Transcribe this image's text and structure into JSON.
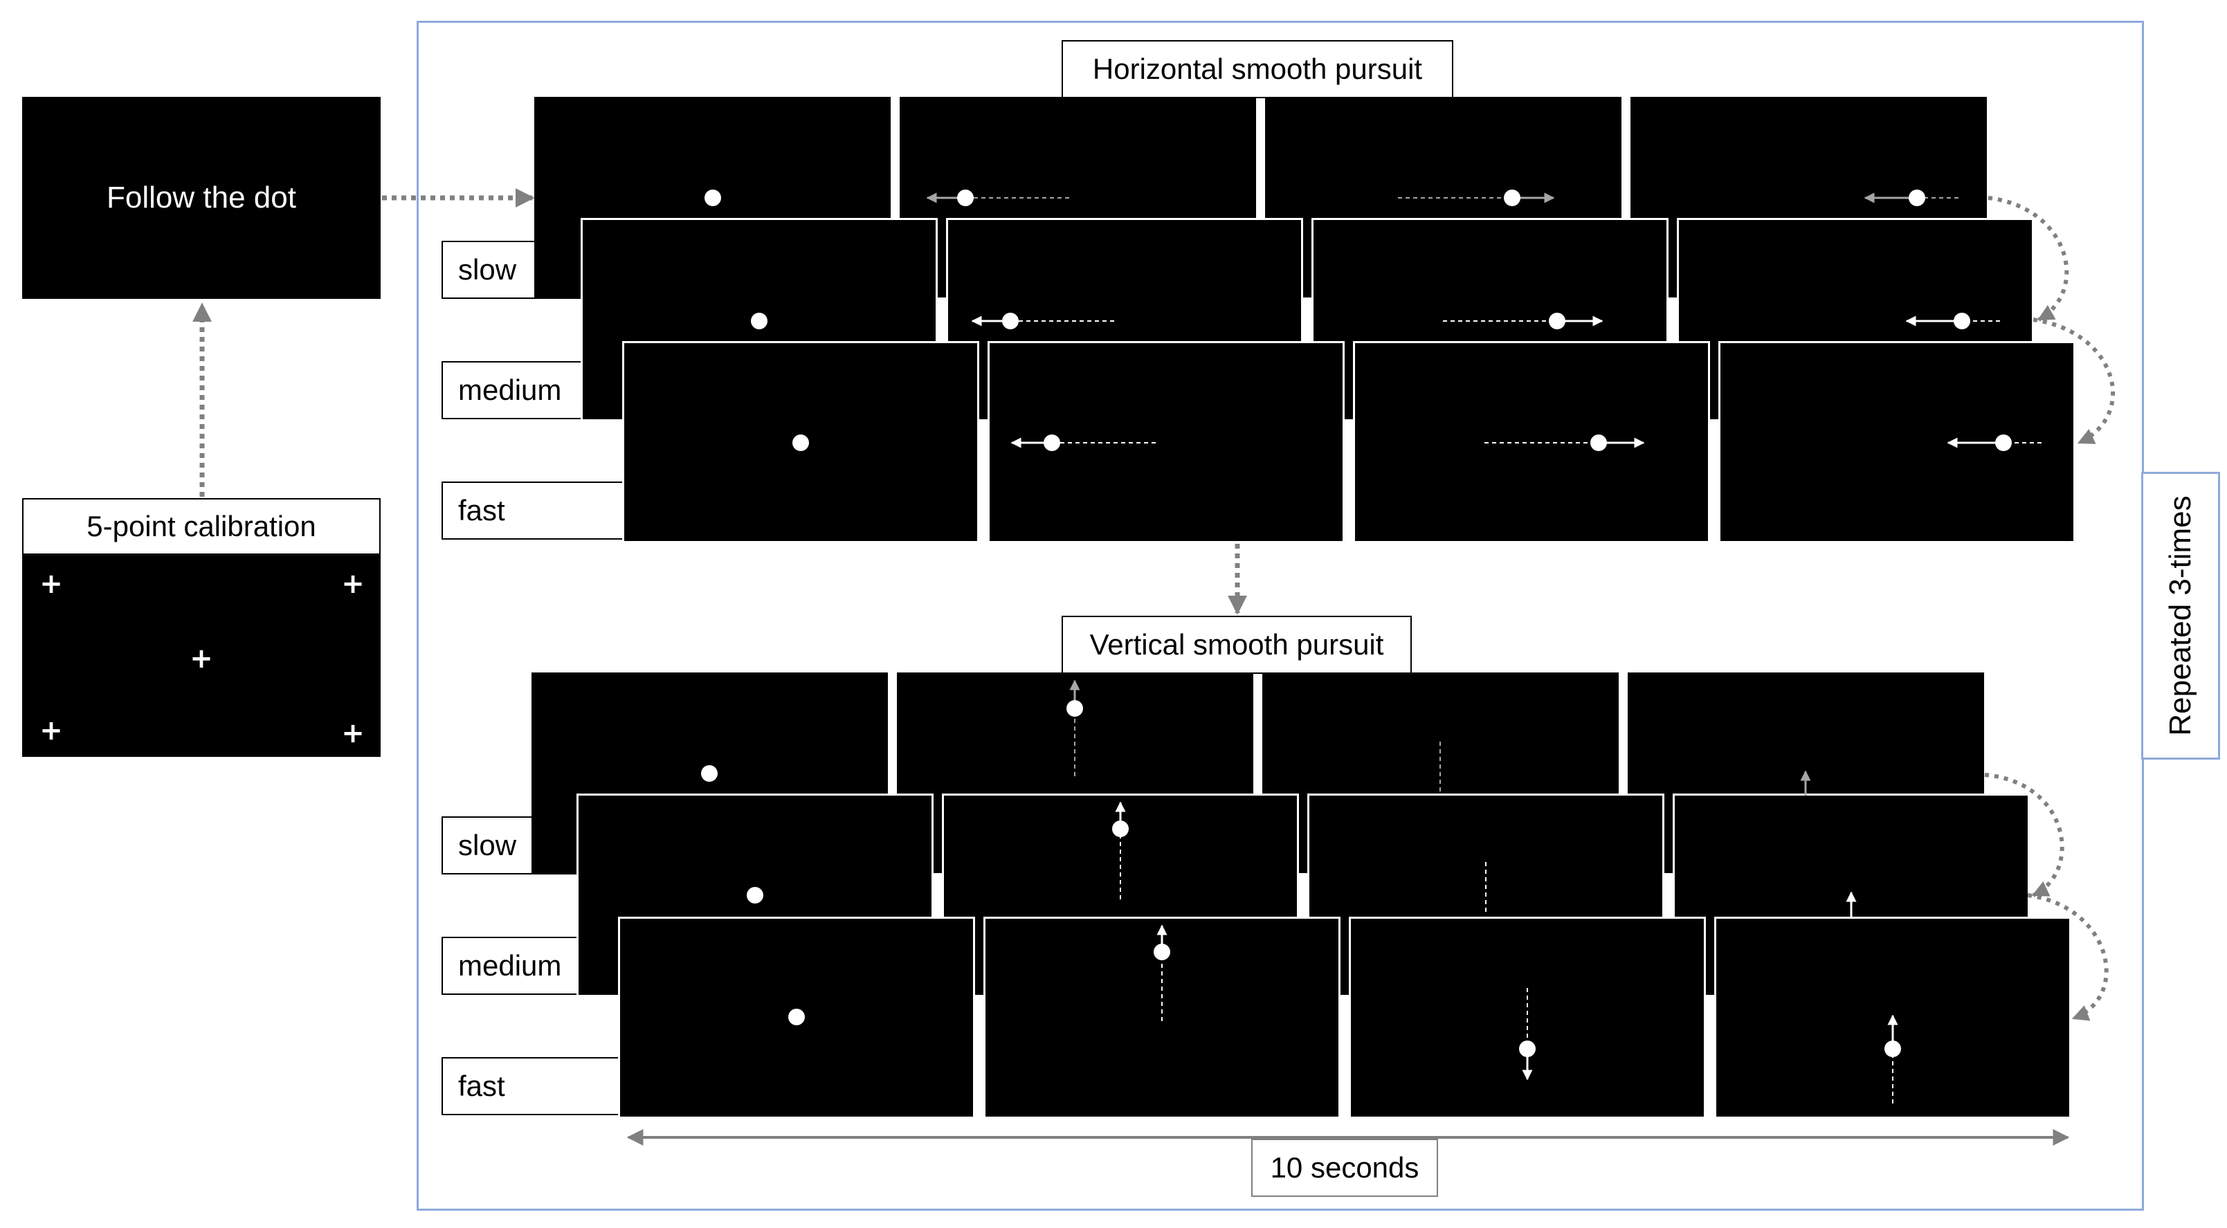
{
  "calibration": {
    "title": "5-point calibration",
    "points": [
      "+",
      "+",
      "+",
      "+",
      "+"
    ]
  },
  "follow": {
    "text": "Follow the dot"
  },
  "horizontal": {
    "title": "Horizontal smooth pursuit"
  },
  "vertical": {
    "title": "Vertical smooth pursuit"
  },
  "speeds": [
    "slow",
    "medium",
    "fast"
  ],
  "repeat_label": "Repeated 3-times",
  "duration_label": "10 seconds",
  "colors": {
    "frame": "#8eaadb",
    "dotted_arrow": "#808080",
    "screen": "#000000",
    "dot": "#ffffff"
  }
}
